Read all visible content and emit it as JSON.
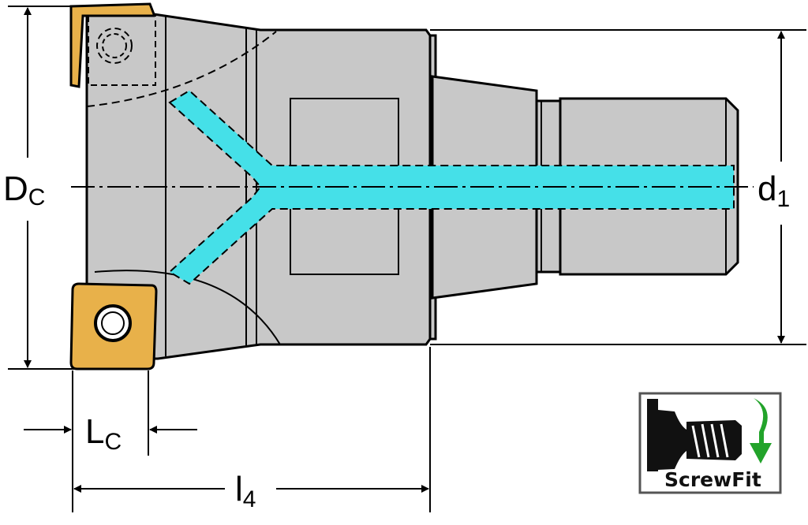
{
  "labels": {
    "dc_main": "D",
    "dc_sub": "C",
    "d1_main": "d",
    "d1_sub": "1",
    "lc_main": "L",
    "lc_sub": "C",
    "l4_main": "l",
    "l4_sub": "4"
  },
  "logo": {
    "text": "ScrewFit"
  },
  "colors": {
    "body": "#c8c8c8",
    "insert": "#e8b14a",
    "coolant": "#45e0e8",
    "arrow_green": "#22a32a"
  }
}
